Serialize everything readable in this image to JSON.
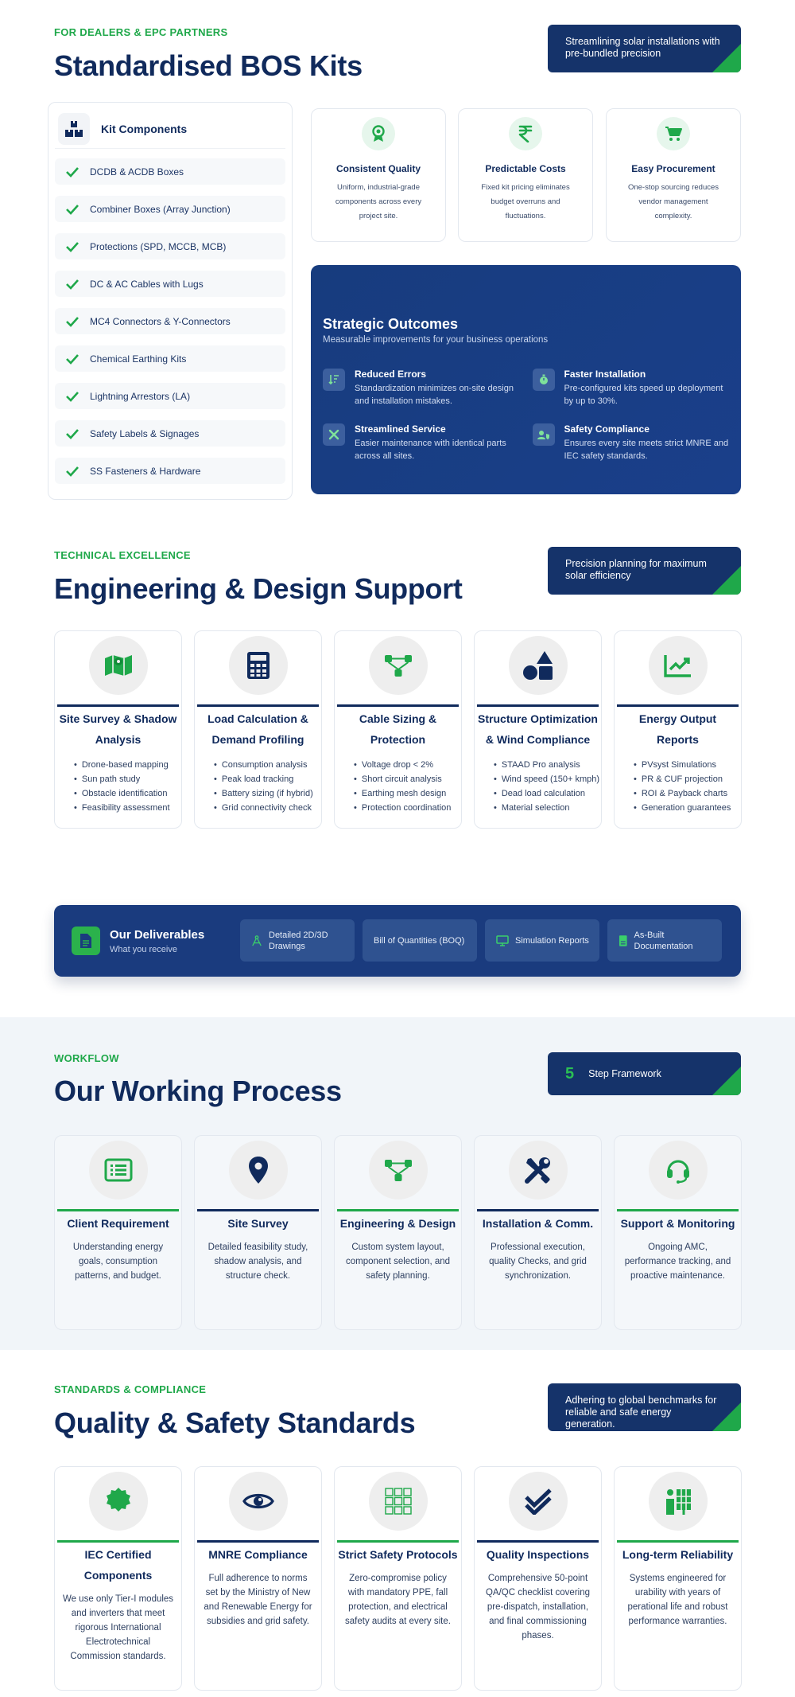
{
  "colors": {
    "navy": "#15336a",
    "green": "#1fa84a",
    "blue_panel": "#1a3f8a",
    "bg_light": "#f1f5f9"
  },
  "bos": {
    "eyebrow": "FOR DEALERS & EPC PARTNERS",
    "title": "Standardised BOS Kits",
    "tag": "Streamlining solar installations with pre-bundled precision",
    "kit_title": "Kit Components",
    "kit_icon": "boxes-icon",
    "kit_items": [
      "DCDB & ACDB Boxes",
      "Combiner Boxes (Array Junction)",
      "Protections (SPD, MCCB, MCB)",
      "DC & AC Cables with Lugs",
      "MC4 Connectors & Y-Connectors",
      "Chemical Earthing Kits",
      "Lightning Arrestors (LA)",
      "Safety Labels & Signages",
      "SS Fasteners & Hardware"
    ],
    "features": [
      {
        "icon": "award-icon",
        "title": "Consistent Quality",
        "desc": "Uniform, industrial-grade components across every project site."
      },
      {
        "icon": "rupee-icon",
        "title": "Predictable Costs",
        "desc": "Fixed kit pricing eliminates budget overruns and fluctuations."
      },
      {
        "icon": "cart-icon",
        "title": "Easy Procurement",
        "desc": "One-stop sourcing reduces vendor management complexity."
      }
    ],
    "outcomes": {
      "title": "Strategic Outcomes",
      "subtitle": "Measurable improvements for your business operations",
      "items": [
        {
          "icon": "sort-down-icon",
          "title": "Reduced Errors",
          "desc": "Standardization minimizes on-site design and installation mistakes."
        },
        {
          "icon": "stopwatch-icon",
          "title": "Faster Installation",
          "desc": "Pre-configured kits speed up deployment by up to 30%."
        },
        {
          "icon": "tools-icon",
          "title": "Streamlined Service",
          "desc": "Easier maintenance with identical parts across all sites."
        },
        {
          "icon": "user-shield-icon",
          "title": "Safety Compliance",
          "desc": "Ensures every site meets strict MNRE and IEC safety standards."
        }
      ]
    }
  },
  "engineering": {
    "eyebrow": "TECHNICAL EXCELLENCE",
    "title": "Engineering & Design Support",
    "tag": "Precision planning for maximum solar efficiency",
    "cards": [
      {
        "icon": "map-icon",
        "title": "Site Survey & Shadow Analysis",
        "items": [
          "Drone-based mapping",
          "Sun path study",
          "Obstacle identification",
          "Feasibility assessment"
        ]
      },
      {
        "icon": "calculator-icon",
        "title": "Load Calculation & Demand Profiling",
        "items": [
          "Consumption analysis",
          "Peak load tracking",
          "Battery sizing (if hybrid)",
          "Grid connectivity check"
        ]
      },
      {
        "icon": "network-icon",
        "title": "Cable Sizing & Protection",
        "items": [
          "Voltage drop < 2%",
          "Short circuit analysis",
          "Earthing mesh design",
          "Protection coordination"
        ]
      },
      {
        "icon": "shapes-icon",
        "title": "Structure Optimization & Wind Compliance",
        "items": [
          "STAAD Pro analysis",
          "Wind speed (150+ kmph)",
          "Dead load calculation",
          "Material selection"
        ]
      },
      {
        "icon": "chart-line-icon",
        "title": "Energy Output Reports",
        "items": [
          "PVsyst Simulations",
          "PR & CUF projection",
          "ROI & Payback charts",
          "Generation guarantees"
        ]
      }
    ],
    "deliverables": {
      "title": "Our Deliverables",
      "subtitle": "What you receive",
      "items": [
        {
          "icon": "drafting-icon",
          "label": "Detailed 2D/3D Drawings"
        },
        {
          "icon": "",
          "label": "Bill of Quantities (BOQ)"
        },
        {
          "icon": "monitor-icon",
          "label": "Simulation Reports"
        },
        {
          "icon": "document-icon",
          "label": "As-Built Documentation"
        }
      ]
    }
  },
  "workflow": {
    "eyebrow": "WORKFLOW",
    "title": "Our Working Process",
    "tag_number": "5",
    "tag_label": "Step Framework",
    "steps": [
      {
        "icon": "list-icon",
        "title": "Client Requirement",
        "desc": "Understanding energy goals, consumption patterns, and budget."
      },
      {
        "icon": "location-pin-icon",
        "title": "Site Survey",
        "desc": "Detailed feasibility study, shadow analysis, and structure check."
      },
      {
        "icon": "network-icon",
        "title": "Engineering & Design",
        "desc": "Custom system layout, component selection, and safety planning."
      },
      {
        "icon": "tools-icon",
        "title": "Installation & Comm.",
        "desc": "Professional execution, quality Checks, and grid synchronization."
      },
      {
        "icon": "headset-icon",
        "title": "Support & Monitoring",
        "desc": "Ongoing AMC, performance tracking, and proactive maintenance."
      }
    ]
  },
  "standards": {
    "eyebrow": "STANDARDS & COMPLIANCE",
    "title": "Quality & Safety Standards",
    "tag": "Adhering to global benchmarks for reliable and safe energy generation.",
    "cards": [
      {
        "icon": "certificate-icon",
        "title": "IEC Certified Components",
        "desc": "We use only Tier-I modules and inverters that meet rigorous International Electrotechnical Commission standards."
      },
      {
        "icon": "eye-icon",
        "title": "MNRE Compliance",
        "desc": "Full adherence to norms set by the Ministry of New and Renewable Energy for subsidies and grid safety."
      },
      {
        "icon": "grid-icon",
        "title": "Strict Safety Protocols",
        "desc": "Zero-compromise policy with mandatory PPE, fall protection, and electrical safety audits at every site."
      },
      {
        "icon": "double-check-icon",
        "title": "Quality Inspections",
        "desc": "Comprehensive 50-point QA/QC checklist covering pre-dispatch, installation, and final commissioning phases."
      },
      {
        "icon": "solar-panel-icon",
        "title": "Long-term Reliability",
        "desc": "Systems engineered for urability with years of perational life and robust performance warranties."
      }
    ]
  }
}
